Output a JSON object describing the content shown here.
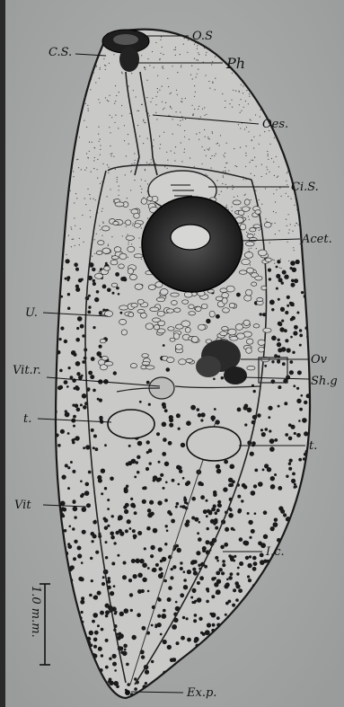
{
  "labels": {
    "os": "O.S",
    "cs": "C.S.",
    "ph": "Ph",
    "oes": "Oes.",
    "cis": "Ci.S.",
    "acet": "Acet.",
    "u": "U.",
    "ov": "Ov",
    "vitr": "Vit.r.",
    "shg": "Sh.g",
    "t_left": "t.",
    "t_right": "t.",
    "vit": "Vit",
    "ic": "I.c.",
    "scale": "1.0 m.m.",
    "exp": "Ex.p."
  }
}
